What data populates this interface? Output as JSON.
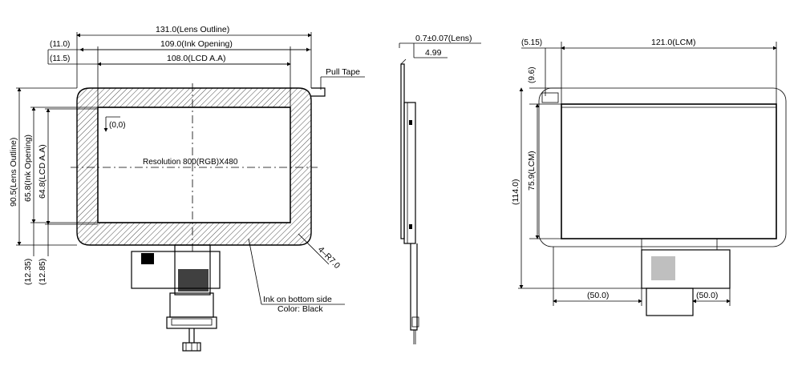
{
  "front_view": {
    "lens_outline_width": "131.0(Lens Outline)",
    "ink_opening_width": "109.0(Ink Opening)",
    "lcd_aa_width": "108.0(LCD A.A)",
    "offset_ink": "(11.0)",
    "offset_aa": "(11.5)",
    "lens_outline_height": "90.5(Lens Outline)",
    "ink_opening_height": "65.8(Ink Opening)",
    "lcd_aa_height": "64.8(LCD A.A)",
    "offset_bottom_1": "(12.35)",
    "offset_bottom_2": "(12.85)",
    "origin": "(0,0)",
    "resolution": "Resolution 800(RGB)X480",
    "pull_tape": "Pull Tape",
    "radius": "4–R7.0",
    "ink_note_line1": "Ink on bottom side",
    "ink_note_line2": "Color: Black"
  },
  "side_view": {
    "lens_thickness": "0.7±0.07(Lens)",
    "total_thickness": "4.99"
  },
  "rear_view": {
    "offset_left": "(5.15)",
    "lcm_width": "121.0(LCM)",
    "offset_top": "(9.6)",
    "overall_height": "(114.0)",
    "lcm_height": "75.9(LCM)",
    "bottom_left": "(50.0)",
    "bottom_right": "(50.0)"
  }
}
